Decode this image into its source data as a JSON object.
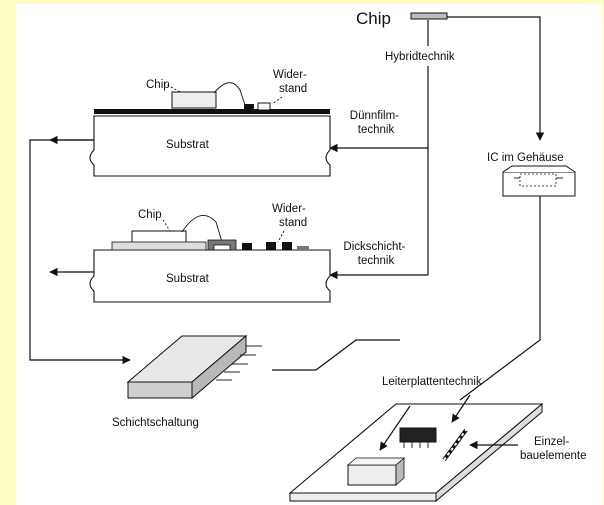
{
  "diagram": {
    "chip_title": "Chip",
    "hybrid_label": "Hybridtechnik",
    "thinfilm_label": [
      "Dünnfilm-",
      "technik"
    ],
    "thickfilm_label": [
      "Dickschicht-",
      "technik"
    ],
    "ic_label": "IC im Gehäuse",
    "substrate_label": "Substrat",
    "chip_label": "Chip",
    "resistor_label": [
      "Wider-",
      "stand"
    ],
    "layer_circuit_label": "Schichtschaltung",
    "pcb_label": "Leiterplattentechnik",
    "components_label": [
      "Einzel-",
      "bauelemente"
    ]
  }
}
